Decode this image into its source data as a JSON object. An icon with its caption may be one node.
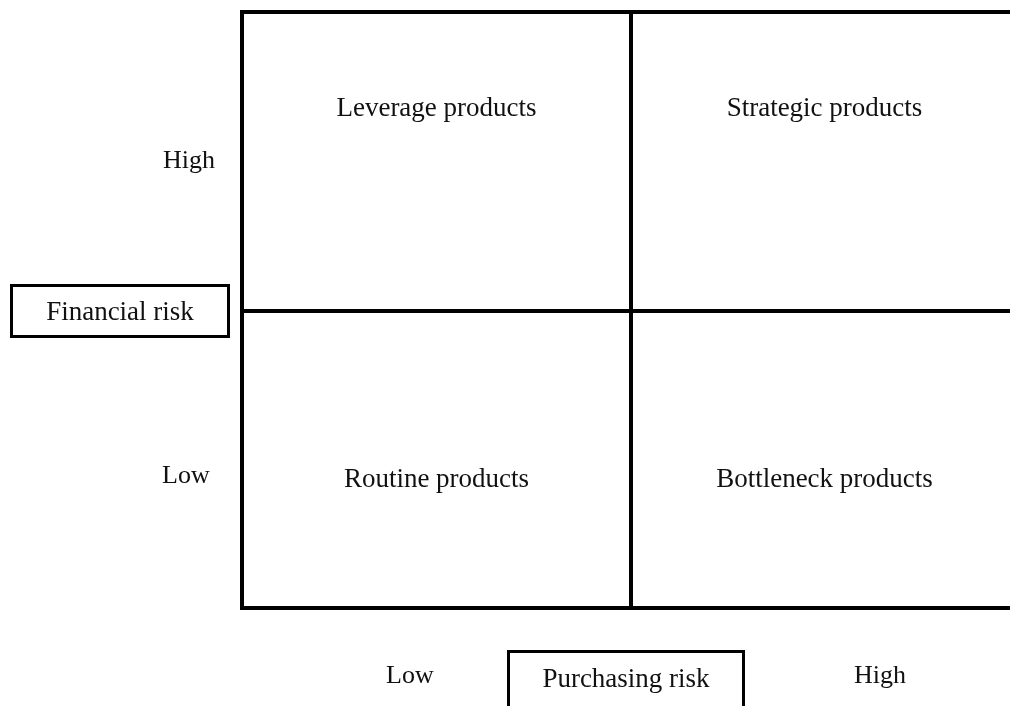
{
  "diagram": {
    "nodes": [
      {
        "text": [
          "Leverage products"
        ]
      },
      {
        "text": [
          "Strategic products"
        ]
      },
      {
        "text": [
          "Financial risk"
        ]
      },
      {
        "text": [
          "Routine products"
        ]
      },
      {
        "text": [
          "Bottleneck products"
        ]
      },
      {
        "text": [
          "Purchasing risk"
        ]
      }
    ],
    "edges": [],
    "labels": [
      "High",
      "Low",
      "Low",
      "High"
    ]
  }
}
